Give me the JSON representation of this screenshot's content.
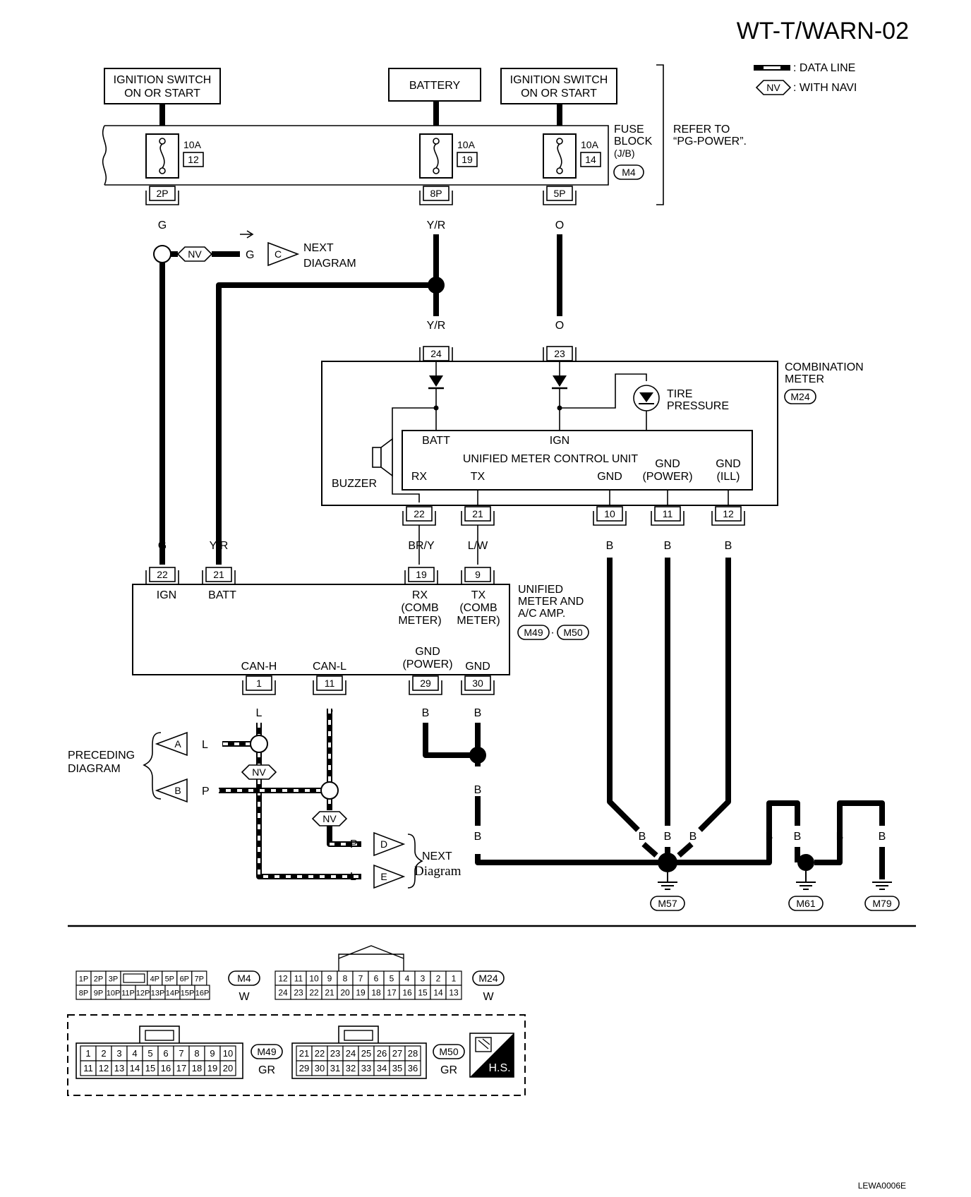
{
  "title": "WT-T/WARN-02",
  "legend": {
    "data_line": ": DATA LINE",
    "nv_tag": "NV",
    "with_navi": ": WITH NAVI"
  },
  "sources": {
    "ign1_l1": "IGNITION SWITCH",
    "ign1_l2": "ON OR START",
    "battery": "BATTERY",
    "ign2_l1": "IGNITION SWITCH",
    "ign2_l2": "ON OR START"
  },
  "fuse_block": {
    "l1": "FUSE",
    "l2": "BLOCK",
    "l3": "(J/B)",
    "conn": "M4",
    "refer_l1": "REFER TO",
    "refer_l2": "“PG-POWER”.",
    "fuses": [
      {
        "amp": "10A",
        "num": "12",
        "pin": "2P"
      },
      {
        "amp": "10A",
        "num": "19",
        "pin": "8P"
      },
      {
        "amp": "10A",
        "num": "14",
        "pin": "5P"
      }
    ]
  },
  "wires": {
    "g": "G",
    "yr": "Y/R",
    "o": "O",
    "bry": "BR/Y",
    "lw": "L/W",
    "b": "B",
    "l": "L",
    "p": "P"
  },
  "next_diagram": {
    "l1": "NEXT",
    "l2": "DIAGRAM",
    "c": "C"
  },
  "combination_meter": {
    "l1": "COMBINATION",
    "l2": "METER",
    "conn": "M24",
    "pin_batt": "24",
    "pin_ign": "23",
    "tire_l1": "TIRE",
    "tire_l2": "PRESSURE",
    "buzzer": "BUZZER",
    "unit": "UNIFIED METER CONTROL UNIT",
    "batt": "BATT",
    "ign": "IGN",
    "rx": "RX",
    "tx": "TX",
    "gnd": "GND",
    "gnd_power_l1": "GND",
    "gnd_power_l2": "(POWER)",
    "gnd_ill_l1": "GND",
    "gnd_ill_l2": "(ILL)",
    "pins_bottom": [
      "22",
      "21",
      "10",
      "11",
      "12"
    ]
  },
  "amp": {
    "l1": "UNIFIED",
    "l2": "METER AND",
    "l3": "A/C AMP.",
    "conn1": "M49",
    "conn_sep": "·",
    "conn2": "M50",
    "pins_top": [
      "22",
      "21",
      "19",
      "9"
    ],
    "ign": "IGN",
    "batt": "BATT",
    "rx_l1": "RX",
    "rx_l2": "(COMB",
    "rx_l3": "METER)",
    "tx_l1": "TX",
    "tx_l2": "(COMB",
    "tx_l3": "METER)",
    "can_h": "CAN-H",
    "can_l": "CAN-L",
    "gndp_l1": "GND",
    "gndp_l2": "(POWER)",
    "gnd": "GND",
    "pins_bottom": [
      "1",
      "11",
      "29",
      "30"
    ]
  },
  "preceding": {
    "l1": "PRECEDING",
    "l2": "DIAGRAM",
    "a": "A",
    "b": "B"
  },
  "next_diagram2": {
    "l1": "NEXT",
    "l2": "Diagram",
    "d": "D",
    "e": "E"
  },
  "grounds": [
    "M57",
    "M61",
    "M79"
  ],
  "connectors": {
    "m4": {
      "id": "M4",
      "color": "W",
      "top": [
        "1P",
        "2P",
        "3P",
        "",
        "4P",
        "5P",
        "6P",
        "7P"
      ],
      "bottom": [
        "8P",
        "9P",
        "10P",
        "11P",
        "12P",
        "13P",
        "14P",
        "15P",
        "16P"
      ]
    },
    "m24": {
      "id": "M24",
      "color": "W",
      "top": [
        "12",
        "11",
        "10",
        "9",
        "8",
        "7",
        "6",
        "5",
        "4",
        "3",
        "2",
        "1"
      ],
      "bottom": [
        "24",
        "23",
        "22",
        "21",
        "20",
        "19",
        "18",
        "17",
        "16",
        "15",
        "14",
        "13"
      ]
    },
    "m49": {
      "id": "M49",
      "color": "GR",
      "top": [
        "1",
        "2",
        "3",
        "4",
        "5",
        "6",
        "7",
        "8",
        "9",
        "10"
      ],
      "bottom": [
        "11",
        "12",
        "13",
        "14",
        "15",
        "16",
        "17",
        "18",
        "19",
        "20"
      ]
    },
    "m50": {
      "id": "M50",
      "color": "GR",
      "top": [
        "21",
        "22",
        "23",
        "24",
        "25",
        "26",
        "27",
        "28"
      ],
      "bottom": [
        "29",
        "30",
        "31",
        "32",
        "33",
        "34",
        "35",
        "36"
      ]
    }
  },
  "hs_badge": "H.S.",
  "footer_code": "LEWA0006E"
}
